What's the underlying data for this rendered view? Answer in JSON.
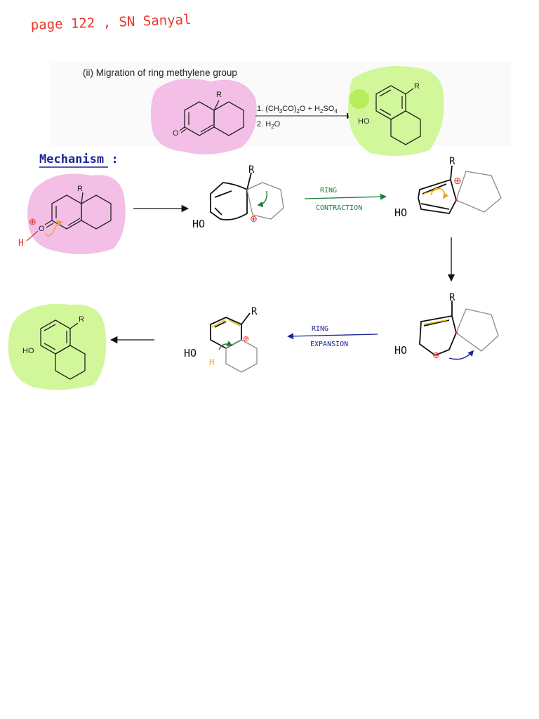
{
  "header_note": "page 122 , SN Sanyal",
  "section_heading": "(ii) Migration of ring methylene group",
  "reaction": {
    "reagent_step1_parts": [
      "1. (CH",
      "3",
      "CO)",
      "2",
      "O + H",
      "2",
      "SO",
      "4"
    ],
    "reagent_step2_parts": [
      "2. H",
      "2",
      "O"
    ]
  },
  "mechanism_title": "Mechanism :",
  "annotations": {
    "ring_contraction": [
      "RING",
      "CONTRACTION"
    ],
    "ring_expansion": [
      "RING",
      "EXPANSION"
    ]
  },
  "atom_labels": {
    "R": "R",
    "O": "O",
    "HO": "HO",
    "H": "H",
    "plus": "⊕"
  },
  "colors": {
    "pink_highlight": "#f3bfe6",
    "green_highlight": "#d2f79a",
    "green_dot": "#b5ee5a",
    "red_ink": "#e8372a",
    "navy_ink": "#1c2494",
    "green_ink": "#1b7e3c",
    "orange_ink": "#f0a020",
    "yellow_ink": "#e6c000",
    "grey_ring": "#8a8a8a",
    "dark_ink": "#111111"
  },
  "icons": [
    "reaction-arrow",
    "curved-arrow",
    "positive-charge"
  ]
}
